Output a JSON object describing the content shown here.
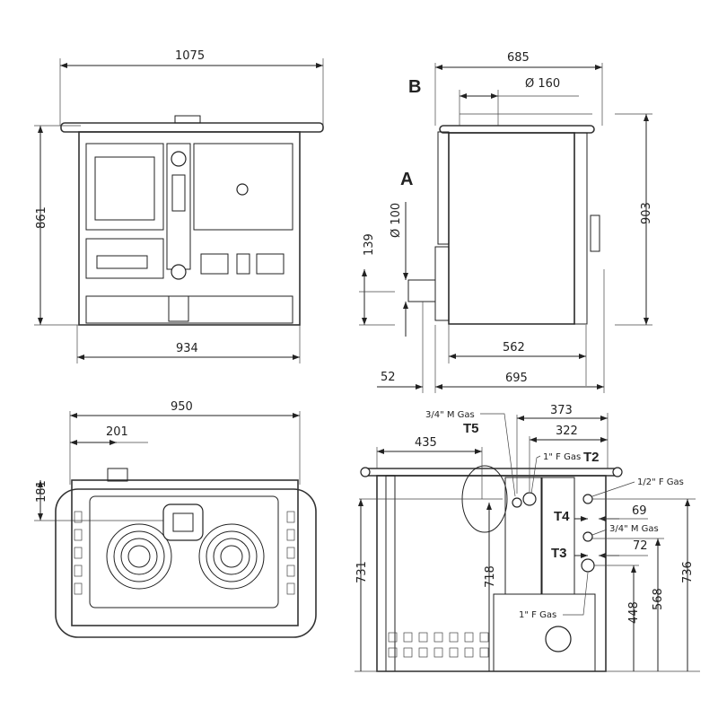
{
  "front_view": {
    "width_top": "1075",
    "height": "861",
    "width_base": "934"
  },
  "side_view": {
    "label_b": "B",
    "label_a": "A",
    "depth_top": "685",
    "flue_top": "Ø 160",
    "flue_rear": "Ø 100",
    "flue_rear_height": "139",
    "height": "903",
    "depth_inner": "562",
    "flue_offset": "52",
    "depth_base": "695"
  },
  "top_view": {
    "width": "950",
    "flue_x": "201",
    "flue_y": "181"
  },
  "rear_view": {
    "t5_fitting": "3/4\" M Gas",
    "t5": "T5",
    "dim_373": "373",
    "dim_322": "322",
    "dim_435": "435",
    "t2_fitting": "1\" F Gas",
    "t2": "T2",
    "t2b_fitting": "1/2\" F Gas",
    "t4": "T4",
    "dim_69": "69",
    "t4_fitting": "3/4\" M Gas",
    "t3": "T3",
    "dim_72": "72",
    "dim_731": "731",
    "dim_718": "718",
    "t3_fitting": "1\" F Gas",
    "dim_448": "448",
    "dim_568": "568",
    "dim_736": "736"
  }
}
